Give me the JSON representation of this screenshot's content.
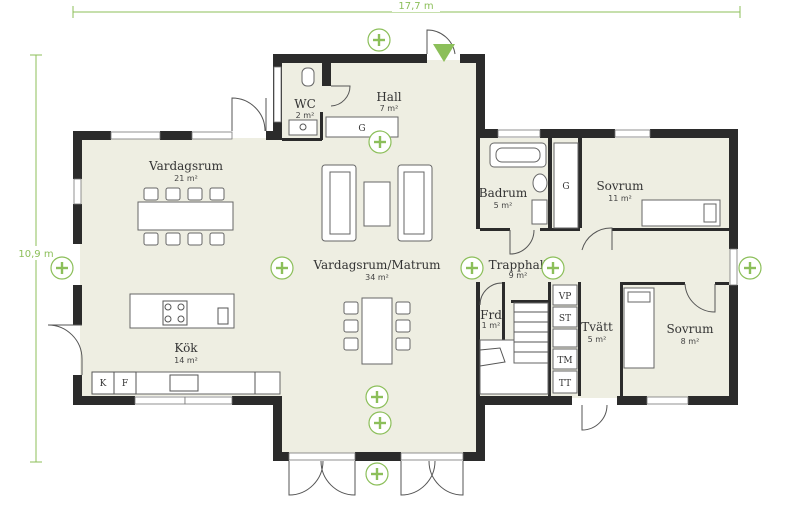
{
  "dimensions": {
    "width": "17,7 m",
    "height": "10,9 m"
  },
  "rooms": {
    "vardagsrum": {
      "name": "Vardagsrum",
      "area": "21 m²"
    },
    "kok": {
      "name": "Kök",
      "area": "14 m²"
    },
    "matrum": {
      "name": "Vardagsrum/Matrum",
      "area": "34 m²"
    },
    "wc": {
      "name": "WC",
      "area": "2 m²"
    },
    "hall": {
      "name": "Hall",
      "area": "7 m²"
    },
    "badrum": {
      "name": "Badrum",
      "area": "5 m²"
    },
    "sovrum1": {
      "name": "Sovrum",
      "area": "11 m²"
    },
    "trapphall": {
      "name": "Trapphall",
      "area": "9 m²"
    },
    "frd": {
      "name": "Frd",
      "area": "1 m²"
    },
    "tvatt": {
      "name": "Tvätt",
      "area": "5 m²"
    },
    "sovrum2": {
      "name": "Sovrum",
      "area": "8 m²"
    }
  },
  "codes": {
    "hall_g": "G",
    "badrum_g": "G",
    "k": "K",
    "f": "F",
    "vp": "VP",
    "st": "ST",
    "tm": "TM",
    "tt": "TT"
  },
  "colors": {
    "accent": "#8cbf5a",
    "wall": "#2b2b2b",
    "floor": "#eeeee2"
  },
  "icons": [
    "plus-marker-icon",
    "entrance-arrow-icon"
  ]
}
